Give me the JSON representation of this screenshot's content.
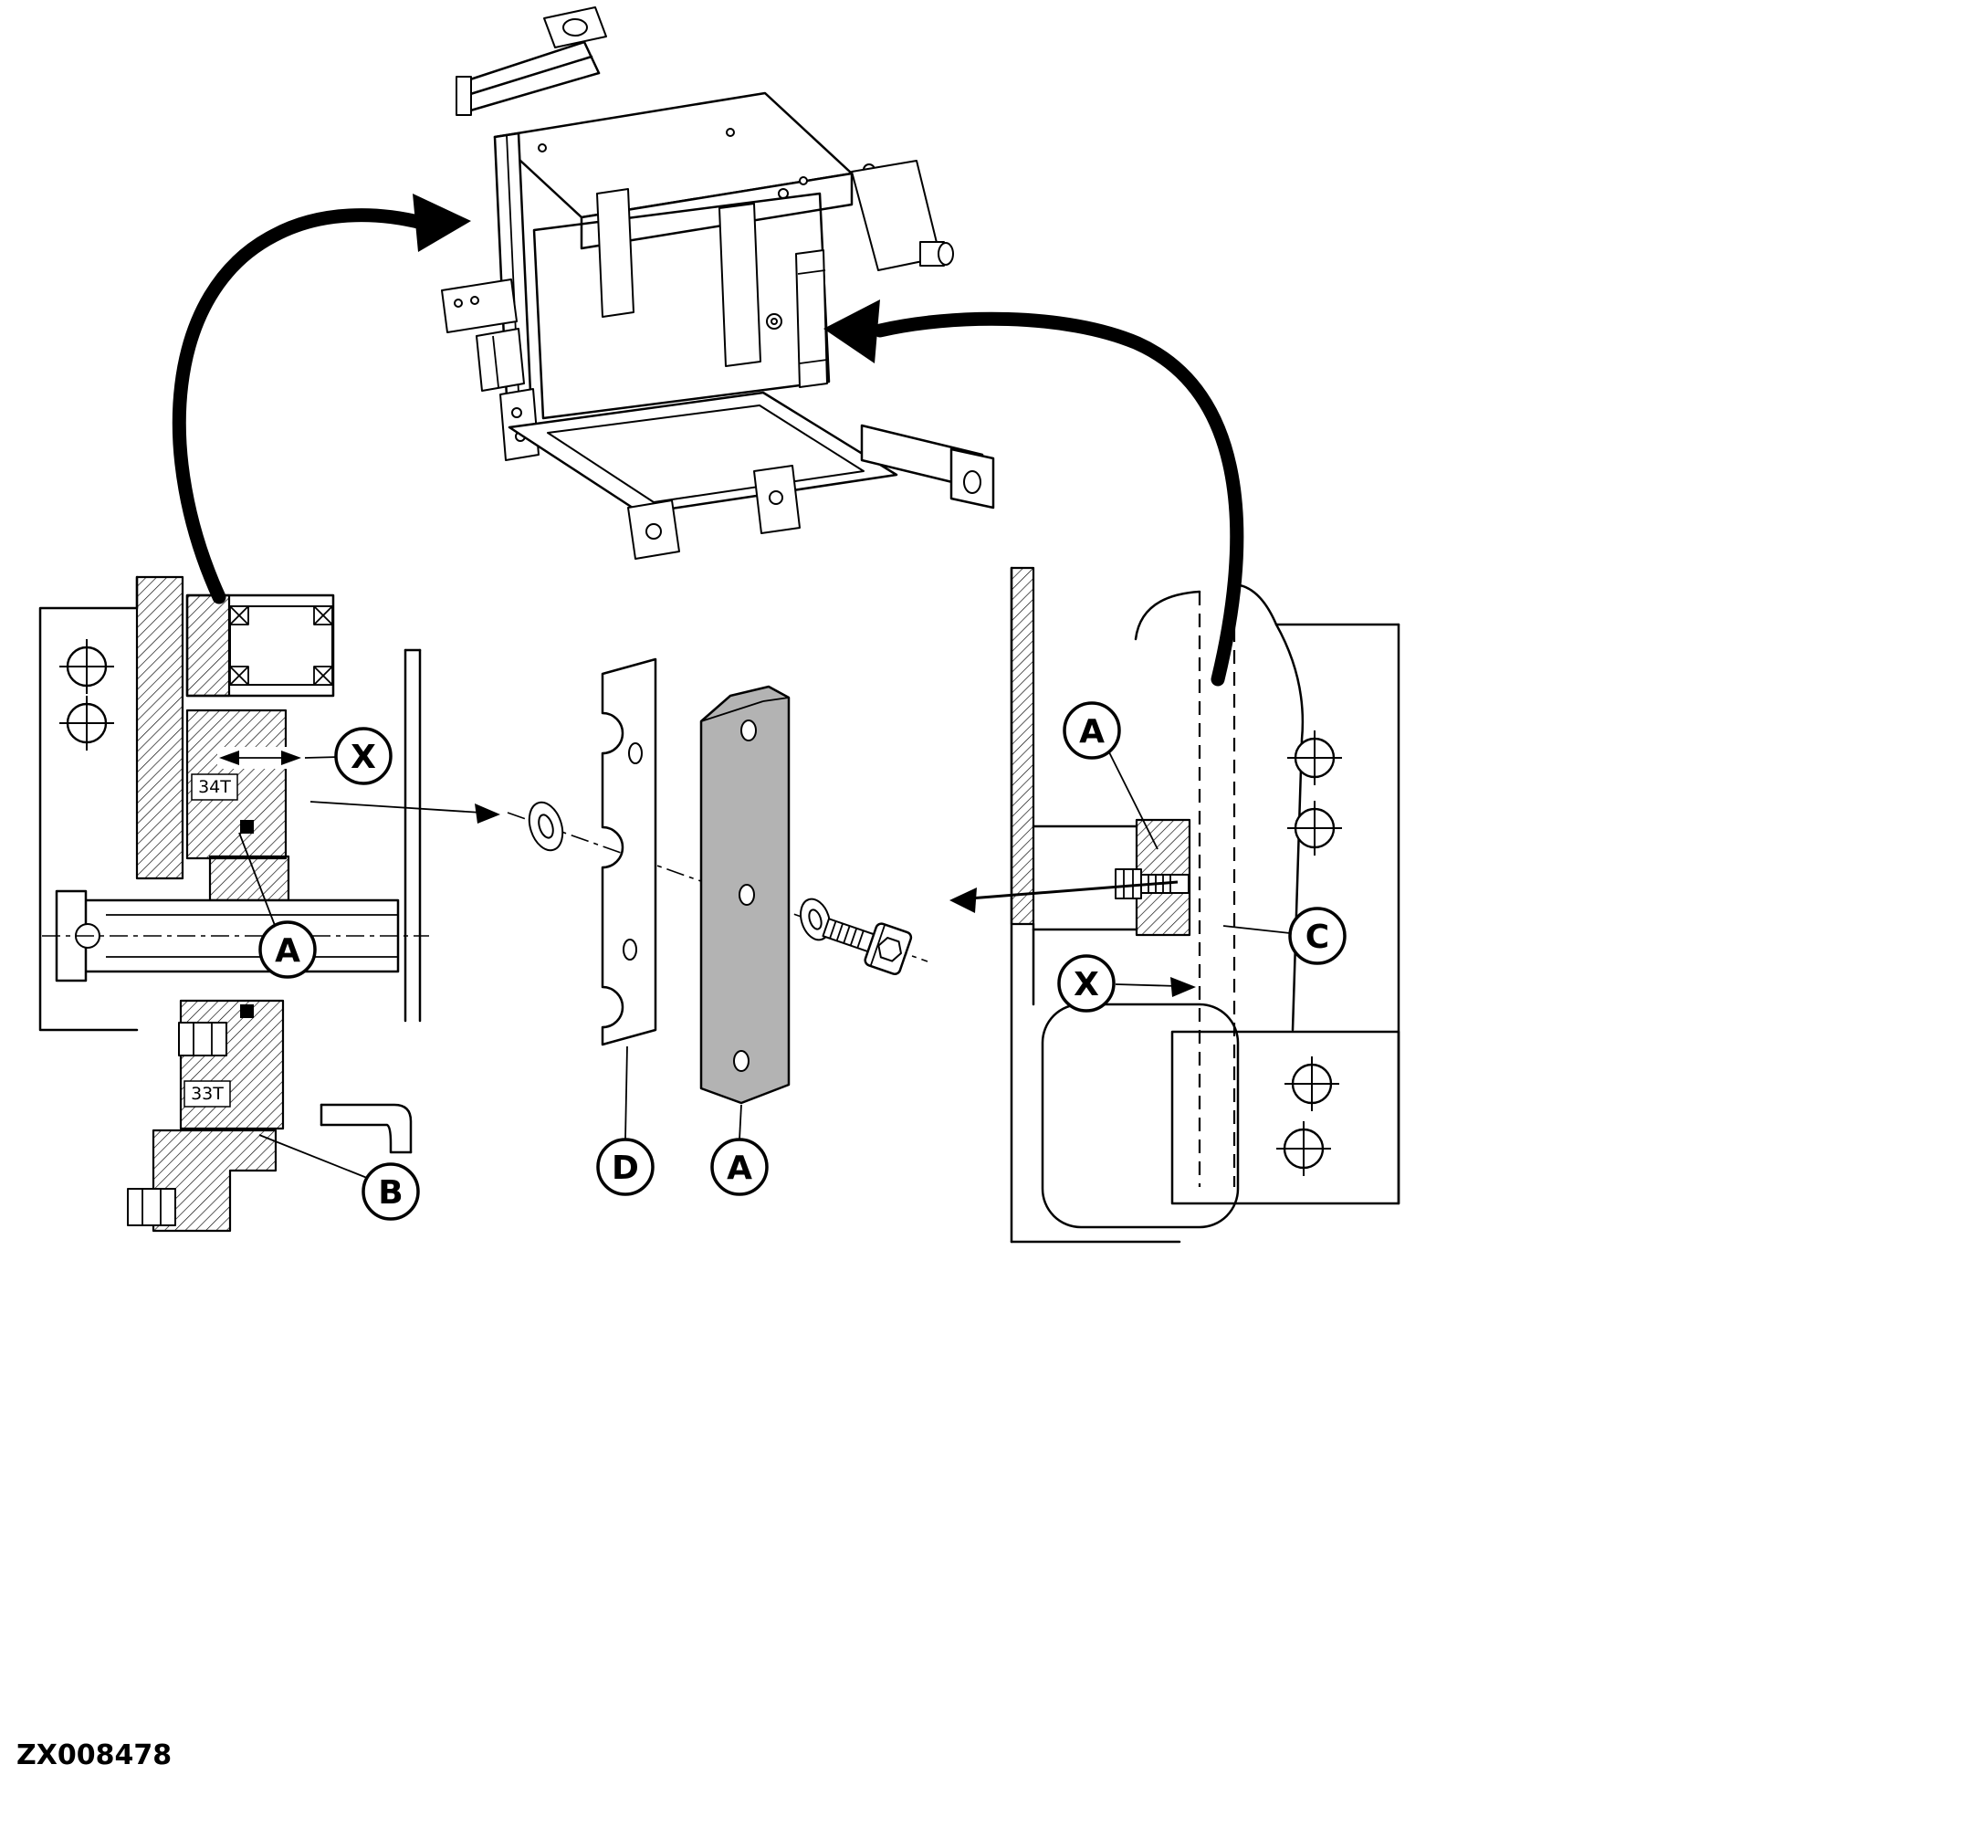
{
  "figure": {
    "code": "ZX008478"
  },
  "labels": {
    "gear_upper": "34T",
    "gear_lower": "33T"
  },
  "callouts": {
    "x_left": "X",
    "a_shaft": "A",
    "b_housing": "B",
    "d_plate": "D",
    "a_plate": "A",
    "a_right": "A",
    "c_tube": "C",
    "x_right": "X"
  }
}
